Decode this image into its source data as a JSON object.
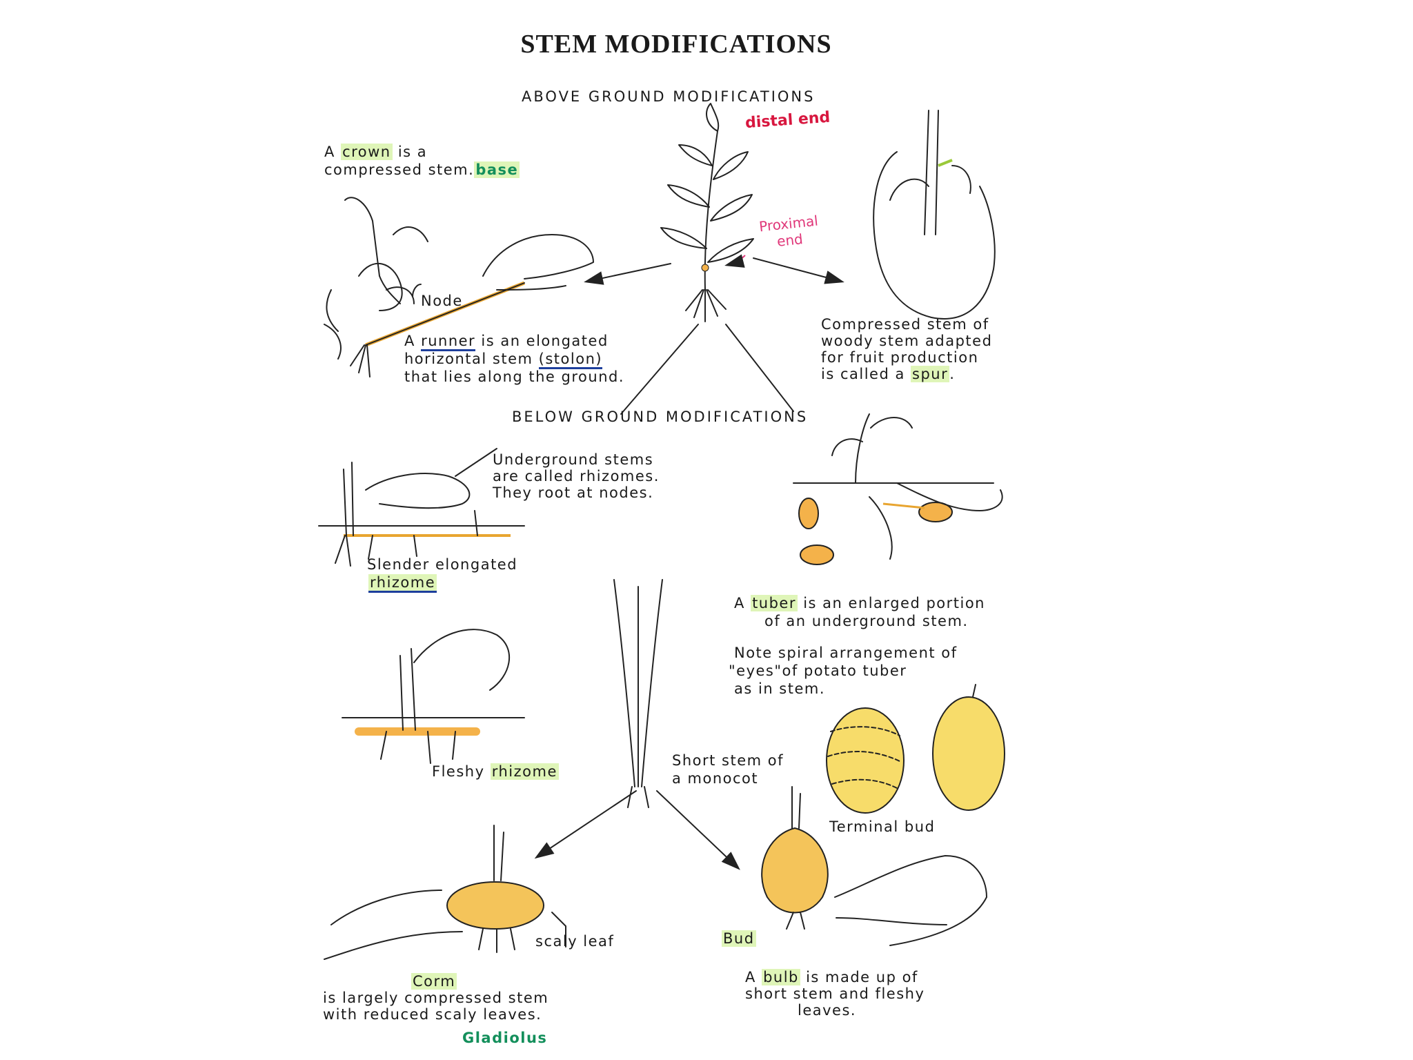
{
  "title": "STEM MODIFICATIONS",
  "sections": {
    "above": "ABOVE GROUND MODIFICATIONS",
    "below": "BELOW GROUND MODIFICATIONS"
  },
  "annotations": {
    "distal": "distal end",
    "proximal_1": "Proximal",
    "proximal_2": "end",
    "base": "base",
    "gladiolus": "Gladiolus"
  },
  "crown": {
    "pre": "A",
    "key": "crown",
    "post": "is a",
    "line2": "compressed stem."
  },
  "node_label": "Node",
  "runner": {
    "pre": "A",
    "key": "runner",
    "post": "is an elongated",
    "line2_pre": "horizontal stem",
    "stolon": "(stolon)",
    "line3": "that lies along the ground."
  },
  "spur": {
    "line1": "Compressed stem of",
    "line2": "woody stem adapted",
    "line3": "for fruit production",
    "line4_pre": "is called a",
    "key": "spur",
    "line4_post": "."
  },
  "rhizome_under": {
    "line1": "Underground stems",
    "line2": "are called rhizomes.",
    "line3": "They root at nodes."
  },
  "slender": {
    "line1": "Slender elongated",
    "key": "rhizome"
  },
  "tuber": {
    "pre": "A",
    "key": "tuber",
    "post": "is an enlarged portion",
    "line2": "of an underground stem."
  },
  "eyes": {
    "line1": "Note spiral arrangement of",
    "line2": "\"eyes\"of potato tuber",
    "line3": "as in stem."
  },
  "fleshy": {
    "pre": "Fleshy",
    "key": "rhizome"
  },
  "monocot": {
    "line1": "Short stem of",
    "line2": "a monocot"
  },
  "terminal_bud": "Terminal bud",
  "scaly_leaf": "scaly leaf",
  "bud_label": "Bud",
  "corm": {
    "key": "Corm",
    "line2": "is largely compressed stem",
    "line3": "with reduced scaly leaves."
  },
  "bulb": {
    "pre": "A",
    "key": "bulb",
    "post": "is made up of",
    "line2": "short stem and fleshy",
    "line3": "leaves."
  },
  "colors": {
    "highlight": "#dff5b8",
    "tuber_fill": "#f4b24a",
    "potato_fill": "#f7dc6a",
    "red_note": "#d8173f",
    "green_note": "#138f5b"
  }
}
